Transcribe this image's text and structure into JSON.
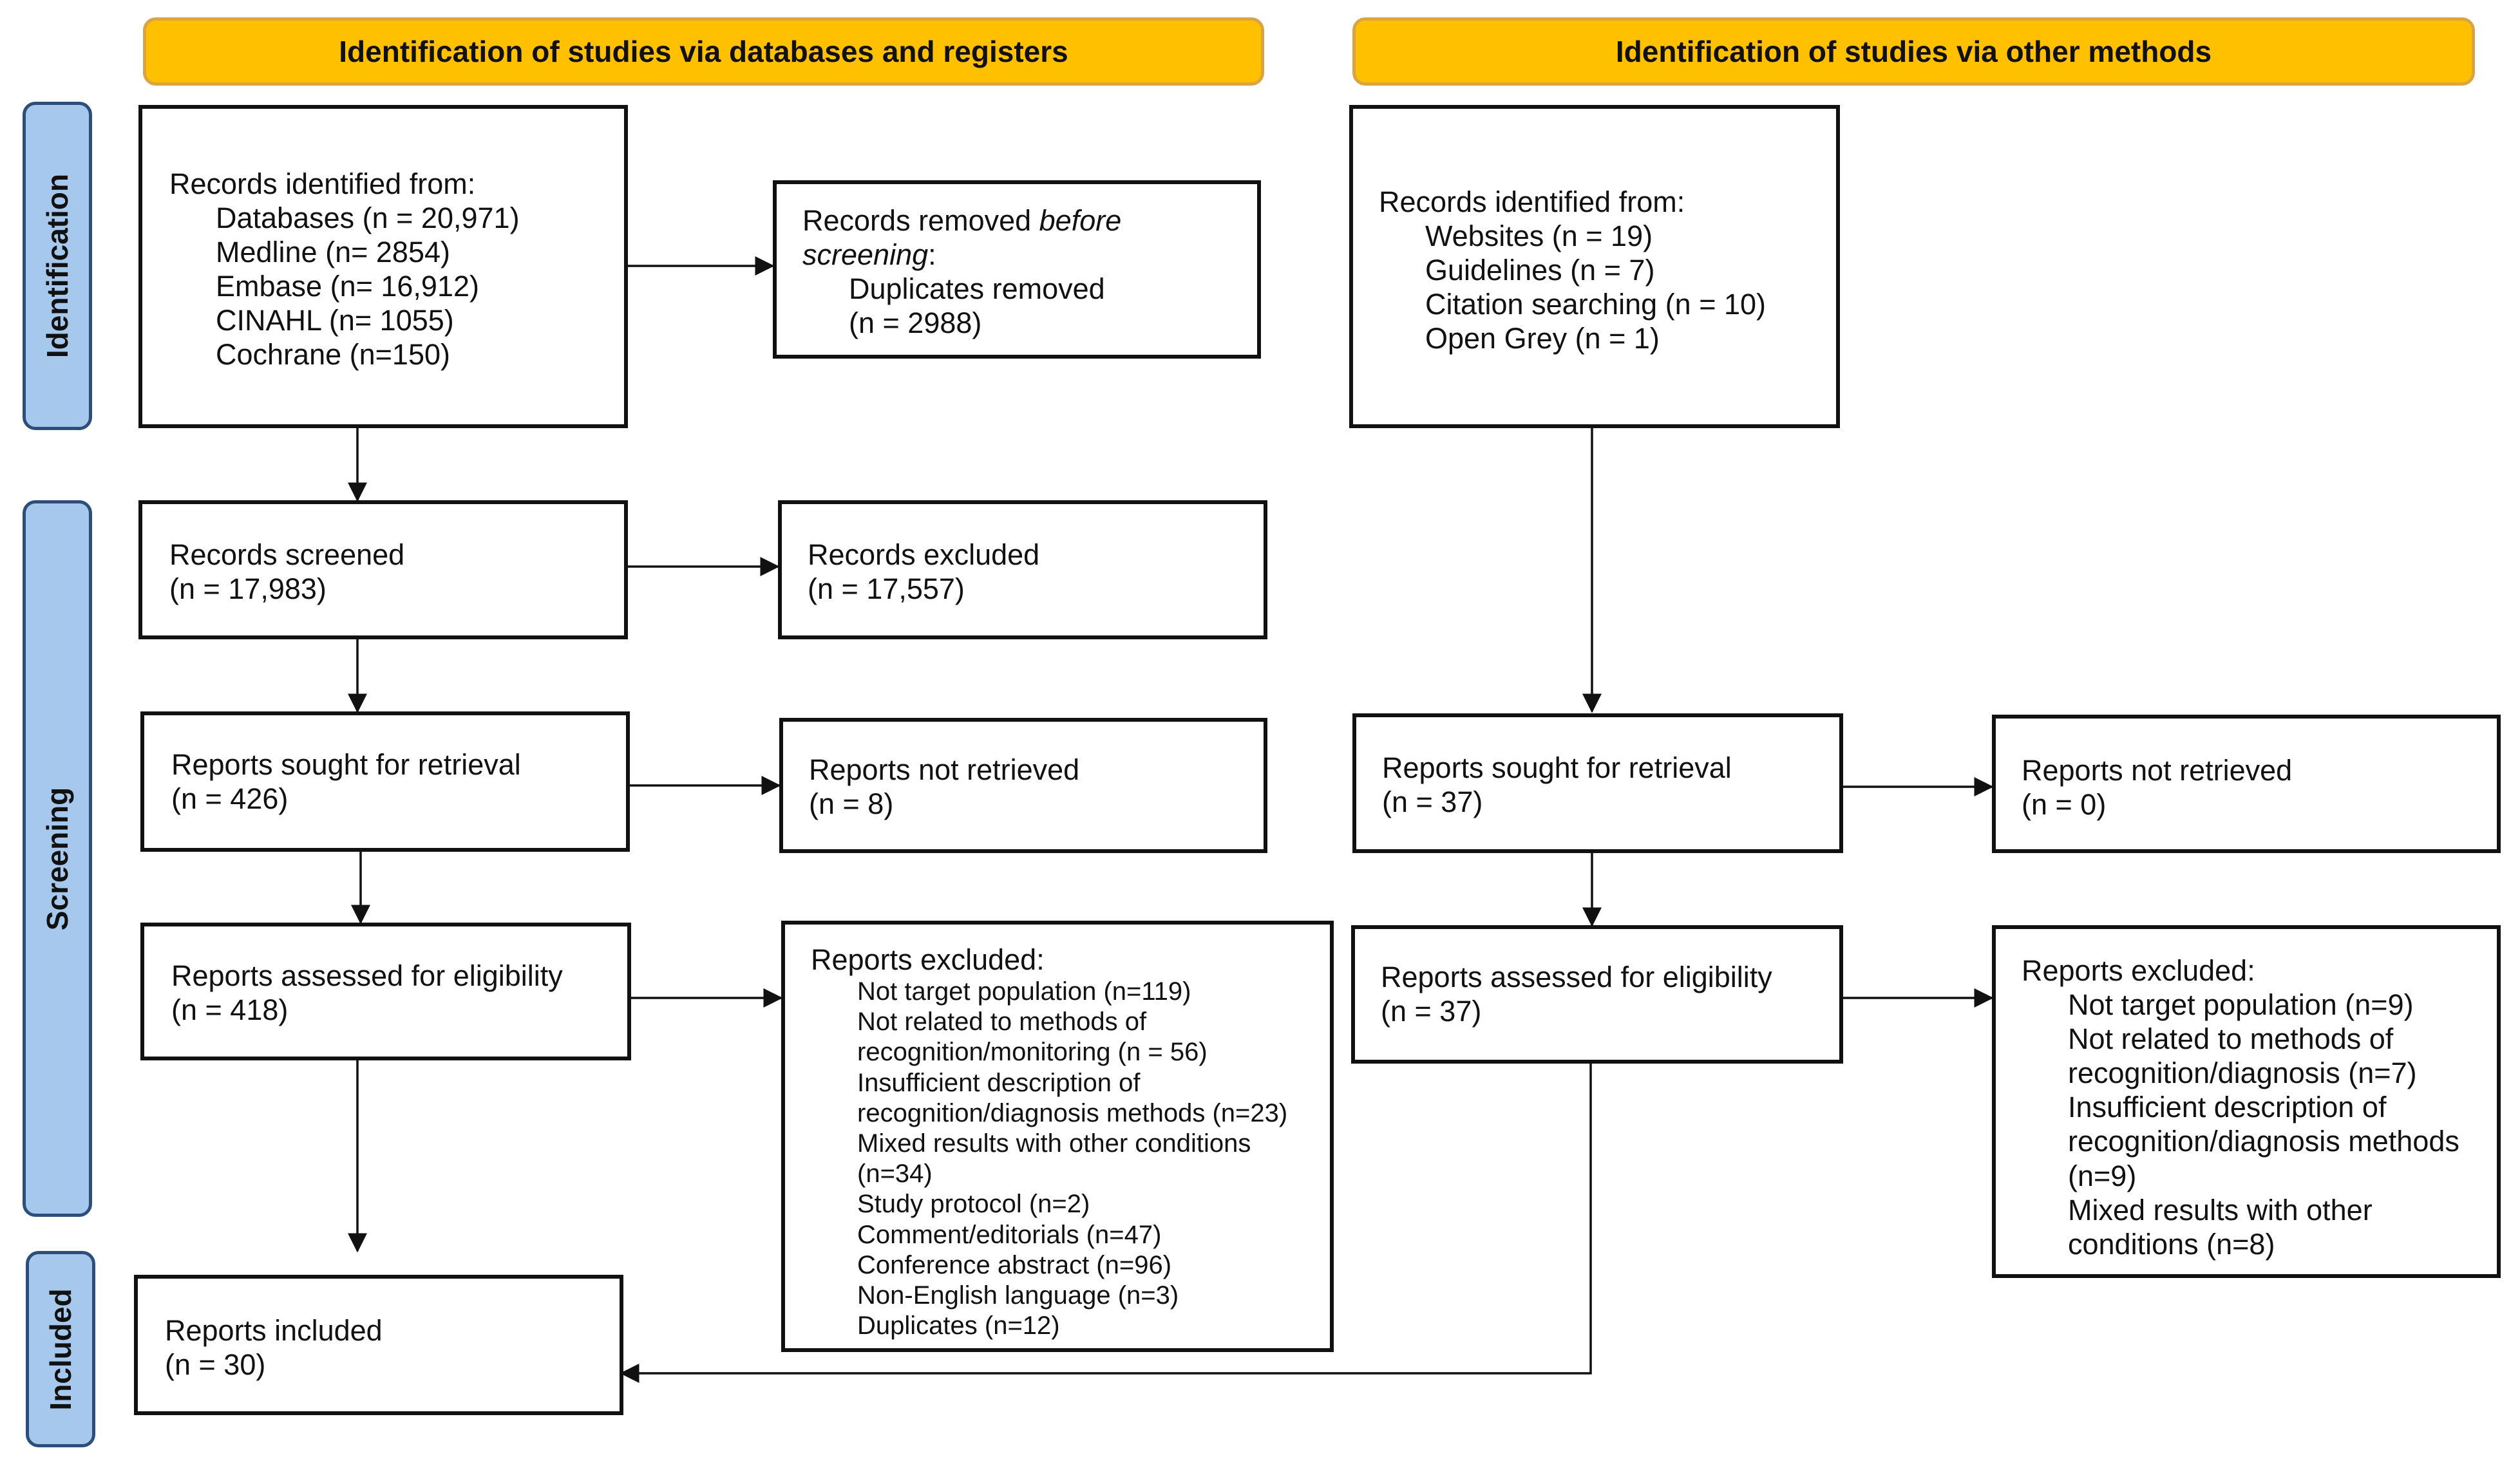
{
  "headers": {
    "databases": "Identification of studies via databases and registers",
    "other": "Identification of studies via other methods"
  },
  "phases": {
    "identification": "Identification",
    "screening": "Screening",
    "included": "Included"
  },
  "db": {
    "identified": {
      "title": "Records identified from:",
      "items": [
        "Databases (n = 20,971)",
        "Medline (n= 2854)",
        "Embase (n= 16,912)",
        "CINAHL (n= 1055)",
        "Cochrane (n=150)"
      ]
    },
    "removed": {
      "title_pre": "Records removed ",
      "title_em1": "before",
      "title_em2": "screening",
      "title_colon": ":",
      "line1": "Duplicates removed",
      "line2": "(n = 2988)"
    },
    "screened": {
      "title": "Records screened",
      "n": "(n = 17,983)"
    },
    "excluded": {
      "title": "Records excluded",
      "n": "(n = 17,557)"
    },
    "sought": {
      "title": "Reports sought for retrieval",
      "n": "(n = 426)"
    },
    "not_retrieved": {
      "title": "Reports not retrieved",
      "n": "(n = 8)"
    },
    "assessed": {
      "title": "Reports assessed for eligibility",
      "n": "(n = 418)"
    },
    "reports_excluded": {
      "title": "Reports excluded:",
      "items": [
        "Not target population (n=119)",
        "Not related to methods of",
        "recognition/monitoring (n = 56)",
        "Insufficient description of",
        "recognition/diagnosis methods (n=23)",
        "Mixed results with other conditions",
        "(n=34)",
        "Study protocol (n=2)",
        "Comment/editorials (n=47)",
        "Conference abstract (n=96)",
        "Non-English language (n=3)",
        "Duplicates (n=12)"
      ]
    },
    "included": {
      "title": "Reports included",
      "n": "(n = 30)"
    }
  },
  "other": {
    "identified": {
      "title": "Records identified from:",
      "items": [
        "Websites (n = 19)",
        "Guidelines (n = 7)",
        "Citation searching (n = 10)",
        "Open Grey (n = 1)"
      ]
    },
    "sought": {
      "title": "Reports sought for retrieval",
      "n": "(n = 37)"
    },
    "not_retrieved": {
      "title": "Reports not retrieved",
      "n": "(n = 0)"
    },
    "assessed": {
      "title": "Reports assessed for eligibility",
      "n": "(n = 37)"
    },
    "reports_excluded": {
      "title": "Reports excluded:",
      "items": [
        "Not target population (n=9)",
        "Not related to methods of",
        "recognition/diagnosis (n=7)",
        "Insufficient description of",
        "recognition/diagnosis methods",
        "(n=9)",
        "Mixed results with other",
        "conditions (n=8)"
      ]
    }
  }
}
